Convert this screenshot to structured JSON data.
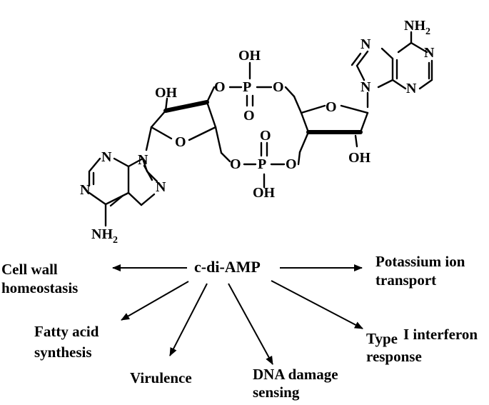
{
  "molecule": {
    "atoms": {
      "amine_top": "NH",
      "amine_top_sub": "2",
      "amine_bottom": "NH",
      "amine_bottom_sub": "2",
      "n": "N",
      "o": "O",
      "p": "P",
      "oh": "OH"
    }
  },
  "diagram": {
    "center": "c-di-AMP",
    "targets": {
      "cell_wall": [
        "Cell wall",
        "homeostasis"
      ],
      "potassium": [
        "Potassium ion",
        "transport"
      ],
      "fatty_acid": [
        "Fatty acid",
        "synthesis"
      ],
      "type_i": [
        "Type",
        "I interferon",
        "response"
      ],
      "virulence": [
        "Virulence"
      ],
      "dna": [
        "DNA damage",
        "sensing"
      ]
    }
  }
}
